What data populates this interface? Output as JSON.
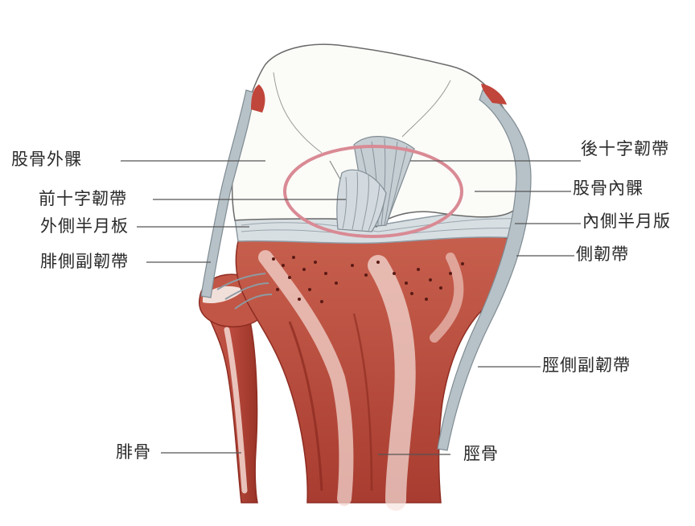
{
  "labels": {
    "femur_lateral_condyle": "股骨外髁",
    "anterior_cruciate_ligament": "前十字韌帶",
    "lateral_meniscus": "外側半月板",
    "fibular_collateral_ligament": "腓側副韌帶",
    "fibula": "腓骨",
    "posterior_cruciate_ligament": "後十字韌帶",
    "femur_medial_condyle": "股骨內髁",
    "medial_meniscus": "內側半月版",
    "collateral_ligament": "側韌帶",
    "tibial_collateral_ligament": "脛側副韌帶",
    "tibia": "脛骨"
  },
  "colors": {
    "bone_red": "#b8493c",
    "bone_dark": "#8e2c22",
    "cartilage": "#fbfbf8",
    "ligament": "#b7c2c8",
    "leader_line": "#555555",
    "highlight_ellipse": "#d98a94",
    "text": "#2a2a2a"
  }
}
